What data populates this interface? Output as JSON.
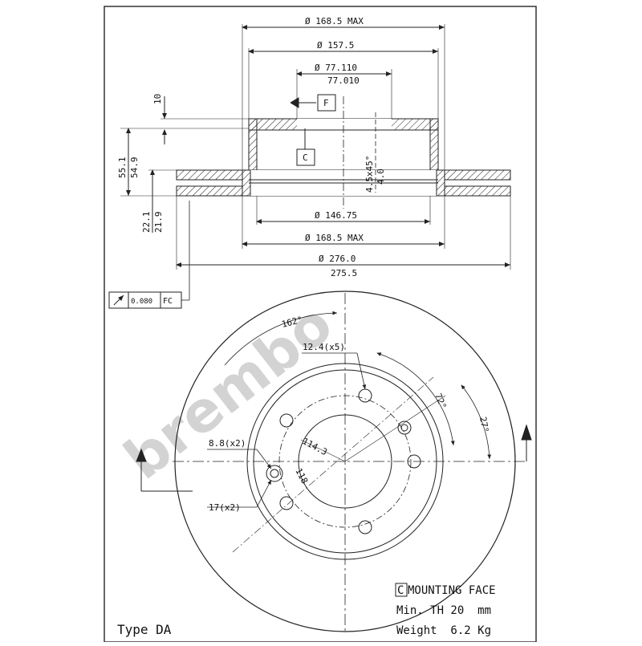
{
  "drawing": {
    "type_label": "Type DA",
    "watermark": "brembo",
    "side_view": {
      "dims_top": [
        "Ø 168.5 MAX",
        "Ø 157.5",
        "Ø 77.110",
        "77.010"
      ],
      "dims_bottom": [
        "Ø 146.75",
        "Ø 168.5 MAX",
        "Ø 276.0",
        "275.5"
      ],
      "dims_left": [
        "10",
        "55.1",
        "54.9",
        "22.1",
        "21.9"
      ],
      "dims_right": [
        "4.5x45°",
        "4.0"
      ],
      "datum_f": "F",
      "datum_c": "C",
      "tolerance_value": "0.080",
      "tolerance_datum": "FC"
    },
    "front_view": {
      "angle_162": "162°",
      "angle_72": "72°",
      "angle_27": "27°",
      "hole_label": "12.4(x5)",
      "pin_label": "8.8(x2)",
      "pin_dia_label": "17(x2)",
      "pcd_label": "114.3",
      "center_label": "118"
    },
    "notes": {
      "mounting_face_symbol": "C",
      "mounting_face_text": "MOUNTING FACE",
      "min_th": "Min. TH 20  mm",
      "weight": "Weight  6.2 Kg"
    }
  }
}
